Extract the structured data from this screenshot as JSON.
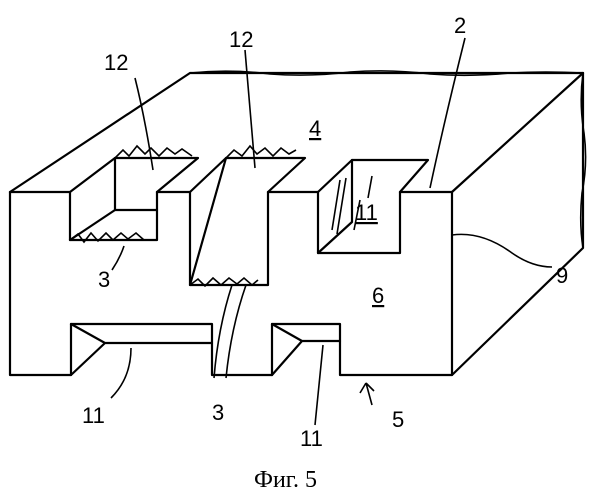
{
  "figure": {
    "caption": "Фиг. 5",
    "labels": {
      "l12a": "12",
      "l12b": "12",
      "l2": "2",
      "l4": "4",
      "l11_top": "11",
      "l3_left": "3",
      "l6": "6",
      "l9": "9",
      "l11_left": "11",
      "l3_bottom": "3",
      "l11_right": "11",
      "l5": "5"
    }
  }
}
